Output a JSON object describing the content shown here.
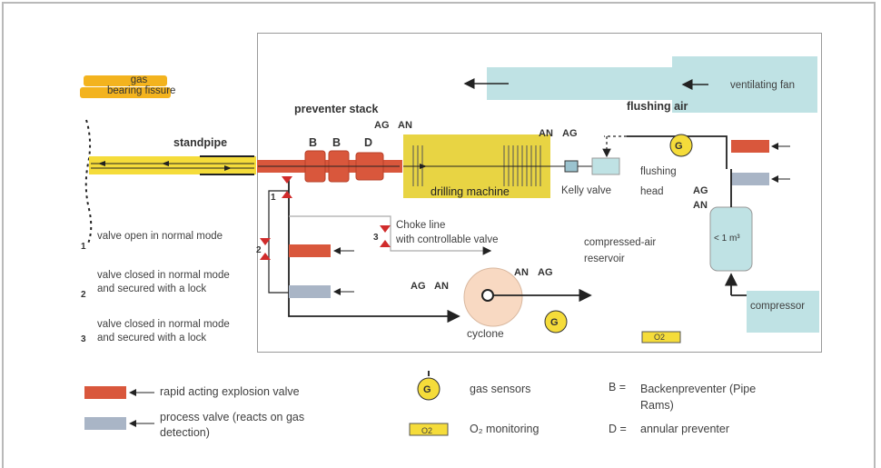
{
  "labels": {
    "gas_bearing_fissure": "gas\nbearing fissure",
    "standpipe": "standpipe",
    "preventer_stack": "preventer stack",
    "ventilating_fan": "ventilating fan",
    "flushing_air": "flushing air",
    "drilling_machine": "drilling machine",
    "kelly_valve": "Kelly valve",
    "flushing_head": "flushing\nhead",
    "choke_line": "Choke line\nwith controllable valve",
    "compressed_air_reservoir": "compressed-air\nreservoir",
    "reservoir_volume": "< 1 m³",
    "compressor": "compressor",
    "cyclone": "cyclone",
    "o2_tag": "O2",
    "ram_b1": "B",
    "ram_b2": "B",
    "ram_d": "D",
    "ag": "AG",
    "an": "AN",
    "g": "G",
    "valve1": "1",
    "valve2": "2",
    "valve3": "3"
  },
  "notes": [
    {
      "num": "1",
      "text": "valve open in normal mode"
    },
    {
      "num": "2",
      "text": "valve closed in normal mode and secured with a lock"
    },
    {
      "num": "3",
      "text": "valve closed in normal mode and secured with a lock"
    }
  ],
  "legend": {
    "rapid_valve": "rapid acting explosion valve",
    "process_valve": "process valve (reacts on gas detection)",
    "gas_sensors": "gas sensors",
    "o2_monitoring": "O₂ monitoring",
    "b_key": "B =",
    "b_value": "Backenpreventer (Pipe Rams)",
    "d_key": "D =",
    "d_value": "annular preventer"
  },
  "colors": {
    "red": "#d9573c",
    "blue_grey": "#a9b5c6",
    "teal": "#bfe2e4",
    "yellow": "#f5dc3a",
    "peach": "#f8d9c2",
    "olive_yellow": "#e8d443",
    "gas_orange": "#f3b31e"
  }
}
